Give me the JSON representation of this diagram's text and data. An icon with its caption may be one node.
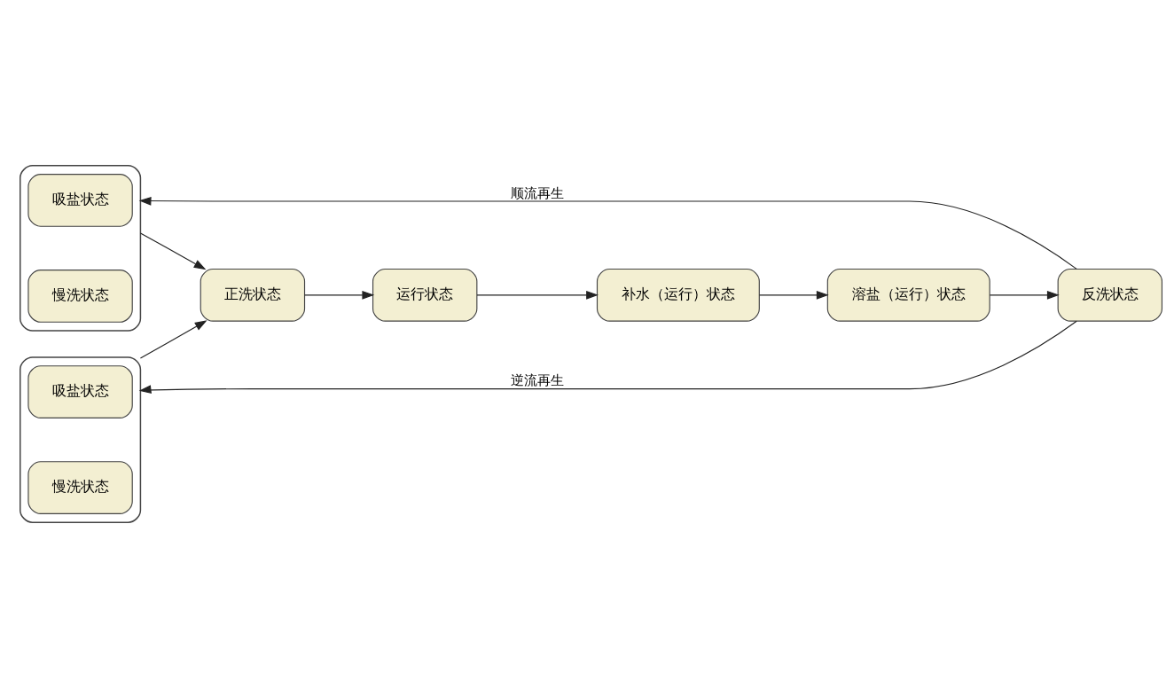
{
  "diagram": {
    "nodes": [
      {
        "text": [
          "溶盐（运行）状态"
        ]
      },
      {
        "text": [
          "反洗状态"
        ]
      },
      {
        "text": [],
        "shape": "box"
      },
      {
        "text": [
          "吸盐状态"
        ],
        "in": 2
      },
      {
        "text": [
          "慢洗状态"
        ],
        "in": 2
      },
      {
        "text": [],
        "shape": "box"
      },
      {
        "text": [
          "吸盐状态"
        ],
        "in": 5
      },
      {
        "text": [
          "慢洗状态"
        ],
        "in": 5
      },
      {
        "text": [
          "正洗状态"
        ]
      },
      {
        "text": [
          "运行状态"
        ]
      },
      {
        "text": [
          "补水（运行）状态"
        ]
      }
    ],
    "edges": [
      {
        "from": 0,
        "to": 1,
        "arrow": "to"
      },
      {
        "from": 1,
        "to": 2,
        "arrow": "to",
        "label": "顺流再生"
      },
      {
        "from": 1,
        "to": 5,
        "arrow": "to",
        "label": "逆流再生"
      },
      {
        "from": 5,
        "to": 8,
        "arrow": "to"
      },
      {
        "from": 2,
        "to": 8,
        "arrow": "to"
      },
      {
        "from": 8,
        "to": 9,
        "arrow": "to"
      },
      {
        "from": 9,
        "to": 10,
        "arrow": "to"
      },
      {
        "from": 10,
        "to": 0,
        "arrow": "to"
      }
    ]
  }
}
